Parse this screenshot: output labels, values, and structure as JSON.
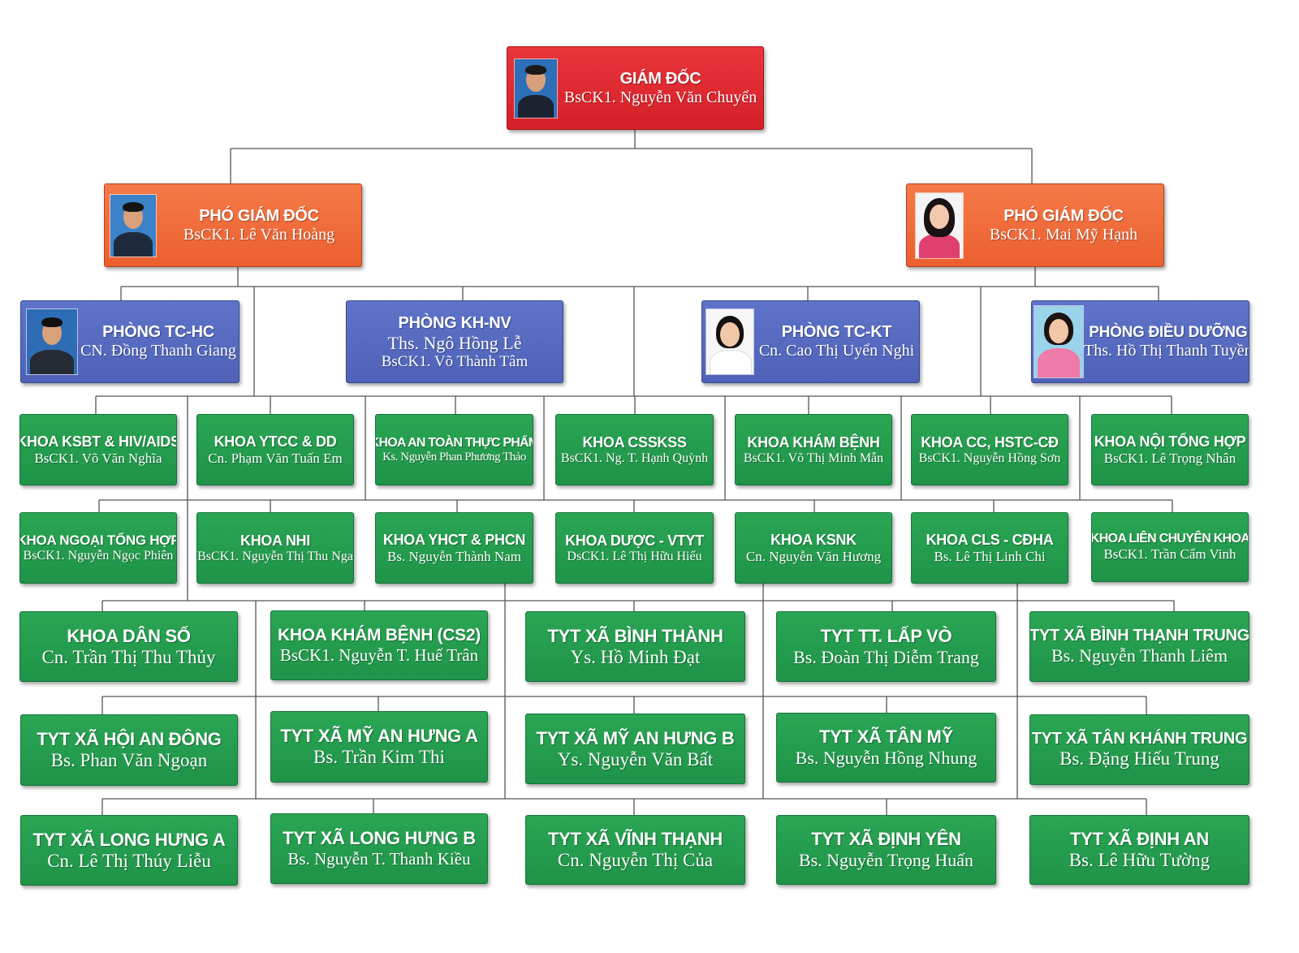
{
  "director": {
    "title": "GIÁM ĐỐC",
    "person": "BsCK1. Nguyễn Văn Chuyển"
  },
  "deputies": [
    {
      "title": "PHÓ GIÁM ĐỐC",
      "person": "BsCK1. Lê Văn Hoàng"
    },
    {
      "title": "PHÓ GIÁM ĐỐC",
      "person": "BsCK1. Mai Mỹ Hạnh"
    }
  ],
  "offices": [
    {
      "title": "PHÒNG TC-HC",
      "person": "CN. Đồng Thanh Giang"
    },
    {
      "title": "PHÒNG KH-NV",
      "person": "Ths. Ngô Hồng Lễ",
      "person2": "BsCK1. Võ Thành Tâm"
    },
    {
      "title": "PHÒNG TC-KT",
      "person": "Cn. Cao Thị Uyển Nghi"
    },
    {
      "title": "PHÒNG ĐIỀU DƯỠNG",
      "person": "Ths. Hồ Thị Thanh Tuyền"
    }
  ],
  "departments_row1": [
    {
      "title": "KHOA KSBT & HIV/AIDS",
      "person": "BsCK1. Võ Văn Nghĩa"
    },
    {
      "title": "KHOA YTCC & DD",
      "person": "Cn. Phạm Văn Tuấn Em"
    },
    {
      "title": "KHOA AN TOÀN THỰC PHẨM",
      "person": "Ks. Nguyễn Phan Phương Thảo"
    },
    {
      "title": "KHOA CSSKSS",
      "person": "BsCK1. Ng. T. Hạnh Quỳnh"
    },
    {
      "title": "KHOA KHÁM BỆNH",
      "person": "BsCK1. Võ Thị Minh Mẫn"
    },
    {
      "title": "KHOA CC, HSTC-CĐ",
      "person": "BsCK1. Nguyễn Hồng Sơn"
    },
    {
      "title": "KHOA NỘI TỔNG HỢP",
      "person": "BsCK1. Lê Trọng Nhân"
    }
  ],
  "departments_row2": [
    {
      "title": "KHOA NGOẠI TỔNG HỢP",
      "person": "BsCK1. Nguyễn Ngọc Phiên"
    },
    {
      "title": "KHOA NHI",
      "person": "BsCK1. Nguyễn Thị Thu Nga"
    },
    {
      "title": "KHOA YHCT & PHCN",
      "person": "Bs. Nguyễn Thành Nam"
    },
    {
      "title": "KHOA DƯỢC - VTYT",
      "person": "DsCK1. Lê Thị Hữu Hiếu"
    },
    {
      "title": "KHOA KSNK",
      "person": "Cn. Nguyễn Văn Hương"
    },
    {
      "title": "KHOA CLS - CĐHA",
      "person": "Bs. Lê Thị Linh Chi"
    },
    {
      "title": "KHOA LIÊN CHUYÊN KHOA",
      "person": "BsCK1. Trần Cẩm Vinh"
    }
  ],
  "units_row3": [
    {
      "title": "KHOA DÂN SỐ",
      "person": "Cn. Trần Thị Thu Thủy"
    },
    {
      "title": "KHOA KHÁM BỆNH (CS2)",
      "person": "BsCK1. Nguyễn T. Huế Trân"
    },
    {
      "title": "TYT XÃ BÌNH THÀNH",
      "person": "Ys. Hồ Minh Đạt"
    },
    {
      "title": "TYT TT. LẤP VÒ",
      "person": "Bs. Đoàn Thị Diễm Trang"
    },
    {
      "title": "TYT XÃ BÌNH THẠNH TRUNG",
      "person": "Bs. Nguyễn Thanh Liêm"
    }
  ],
  "units_row4": [
    {
      "title": "TYT XÃ HỘI AN ĐÔNG",
      "person": "Bs. Phan Văn Ngoạn"
    },
    {
      "title": "TYT XÃ MỸ AN HƯNG A",
      "person": "Bs. Trần Kim Thi"
    },
    {
      "title": "TYT XÃ MỸ AN HƯNG B",
      "person": "Ys. Nguyễn Văn Bất"
    },
    {
      "title": "TYT XÃ TÂN MỸ",
      "person": "Bs. Nguyễn Hồng Nhung"
    },
    {
      "title": "TYT XÃ TÂN KHÁNH TRUNG",
      "person": "Bs. Đặng Hiếu Trung"
    }
  ],
  "units_row5": [
    {
      "title": "TYT XÃ LONG HƯNG A",
      "person": "Cn. Lê Thị Thúy Liễu"
    },
    {
      "title": "TYT XÃ LONG HƯNG B",
      "person": "Bs. Nguyễn T. Thanh Kiều"
    },
    {
      "title": "TYT XÃ VĨNH THẠNH",
      "person": "Cn. Nguyễn Thị Của"
    },
    {
      "title": "TYT XÃ ĐỊNH YÊN",
      "person": "Bs. Nguyễn Trọng Huấn"
    },
    {
      "title": "TYT XÃ ĐỊNH AN",
      "person": "Bs. Lê Hữu Tường"
    }
  ],
  "colors": {
    "director": "#d51f27",
    "deputy": "#ec5f2f",
    "office": "#4f62b8",
    "unit": "#1f9348",
    "connector": "#555555"
  }
}
